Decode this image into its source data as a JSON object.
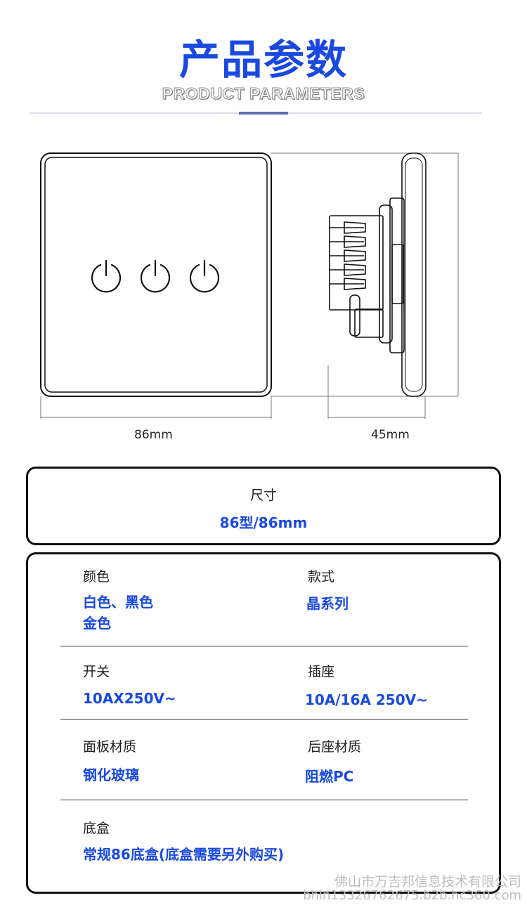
{
  "header": {
    "title_cn": "产品参数",
    "title_en": "PRODUCT PARAMETERS"
  },
  "colors": {
    "accent": "#1a49e0",
    "rule": "#d9dde6",
    "accent_bar": "#5a6fb0",
    "subtitle": "#8a8a8a"
  },
  "drawing": {
    "width_label": "86mm",
    "depth_label": "45mm"
  },
  "size_section": {
    "label": "尺寸",
    "value": "86型/86mm"
  },
  "specs": [
    {
      "label": "颜色",
      "value_line1": "白色、黑色",
      "value_line2": "金色"
    },
    {
      "label": "款式",
      "value": "晶系列"
    },
    {
      "label": "开关",
      "value": "10AX250V~"
    },
    {
      "label": "插座",
      "value": "10A/16A 250V~"
    },
    {
      "label": "面板材质",
      "value": "钢化玻璃"
    },
    {
      "label": "后座材质",
      "value": "阻燃PC"
    },
    {
      "label": "底盒",
      "value": "常规86底盒(底盒需要另外购买)"
    }
  ],
  "watermark": {
    "line1": "佛山市万吉邦信息技术有限公司",
    "line2": "bhln13326762675.b2b.hc360.com"
  }
}
